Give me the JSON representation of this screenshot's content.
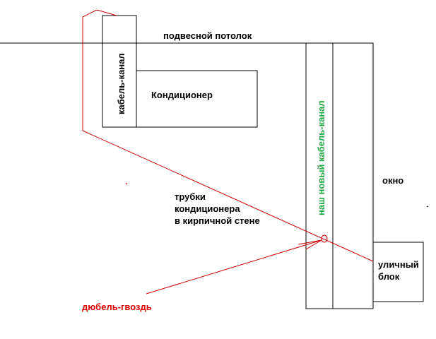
{
  "labels": {
    "ceiling": "подвесной потолок",
    "cable_channel": "кабель-канал",
    "conditioner": "Кондиционер",
    "new_cable_channel": "наш новый кабель-канал",
    "window": "окно",
    "pipes_line1": "трубки",
    "pipes_line2": "кондиционера",
    "pipes_line3": "в кирпичной стене",
    "outdoor_line1": "уличный",
    "outdoor_line2": "блок",
    "dowel": "дюбель-гвоздь"
  },
  "colors": {
    "line": "#000000",
    "pipe": "#cc0000",
    "new_channel_text": "#22aa44",
    "dowel_text": "#dd0000"
  }
}
